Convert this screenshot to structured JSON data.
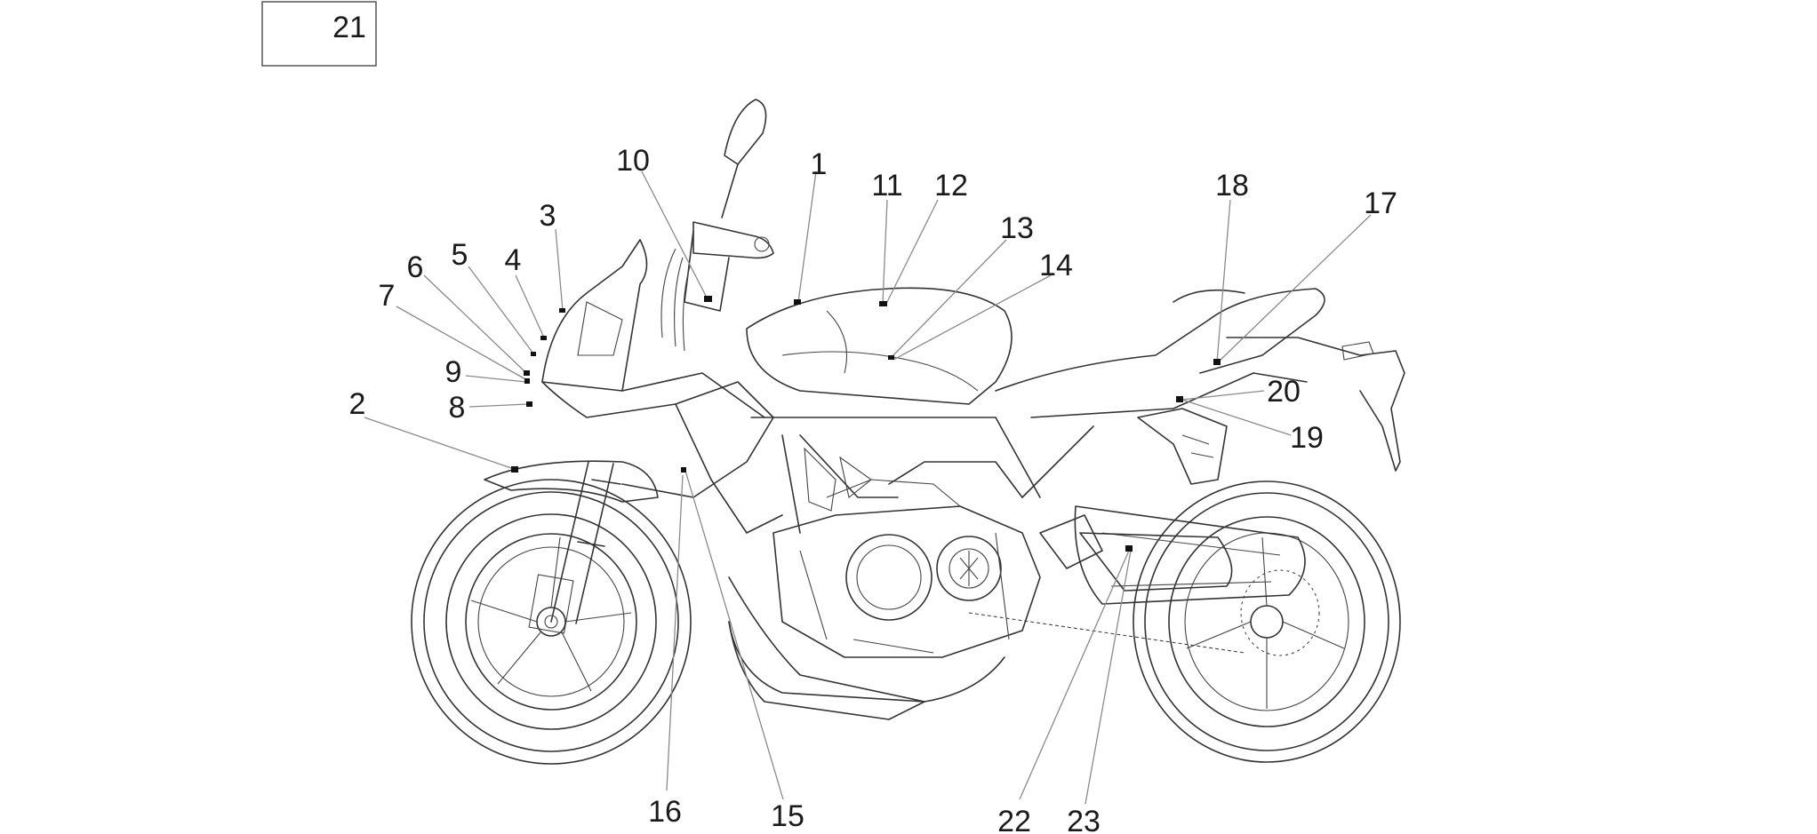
{
  "inset_label": "21",
  "callouts": [
    {
      "id": "c1",
      "label": "1"
    },
    {
      "id": "c2",
      "label": "2"
    },
    {
      "id": "c3",
      "label": "3"
    },
    {
      "id": "c4",
      "label": "4"
    },
    {
      "id": "c5",
      "label": "5"
    },
    {
      "id": "c6",
      "label": "6"
    },
    {
      "id": "c7",
      "label": "7"
    },
    {
      "id": "c8",
      "label": "8"
    },
    {
      "id": "c9",
      "label": "9"
    },
    {
      "id": "c10",
      "label": "10"
    },
    {
      "id": "c11",
      "label": "11"
    },
    {
      "id": "c12",
      "label": "12"
    },
    {
      "id": "c13",
      "label": "13"
    },
    {
      "id": "c14",
      "label": "14"
    },
    {
      "id": "c15",
      "label": "15"
    },
    {
      "id": "c16",
      "label": "16"
    },
    {
      "id": "c17",
      "label": "17"
    },
    {
      "id": "c18",
      "label": "18"
    },
    {
      "id": "c19",
      "label": "19"
    },
    {
      "id": "c20",
      "label": "20"
    },
    {
      "id": "c22",
      "label": "22"
    },
    {
      "id": "c23",
      "label": "23"
    }
  ]
}
